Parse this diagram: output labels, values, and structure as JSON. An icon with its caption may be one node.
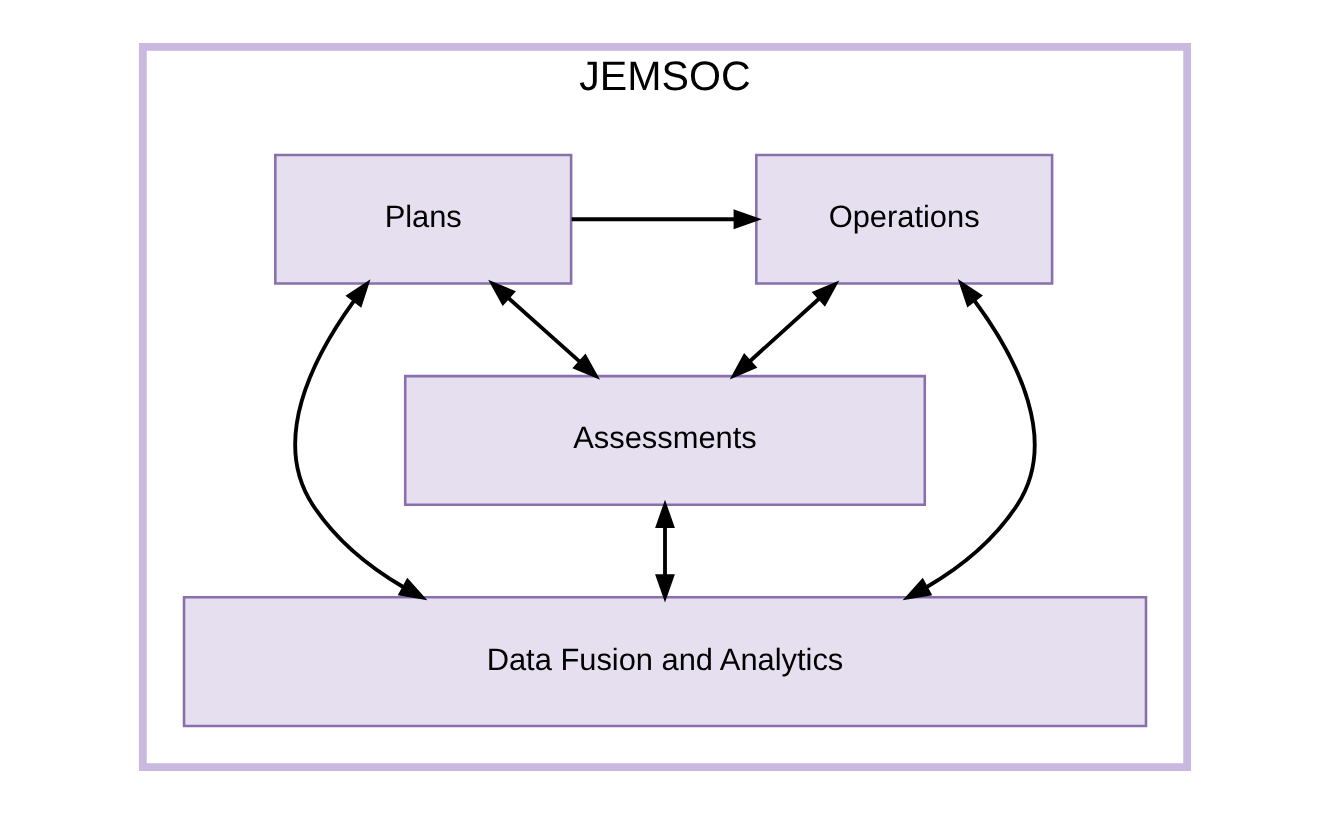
{
  "diagram": {
    "nodes": [
      {
        "text": [
          "JEMSOC"
        ]
      },
      {
        "text": [
          "Plans"
        ],
        "in": 0
      },
      {
        "text": [
          "Operations"
        ],
        "in": 0
      },
      {
        "text": [
          "Assessments"
        ],
        "in": 0
      },
      {
        "text": [
          "Data Fusion and Analytics"
        ],
        "in": 0
      }
    ],
    "edges": [
      {
        "from": 1,
        "to": 2,
        "arrow": "to"
      },
      {
        "from": 1,
        "to": 3,
        "arrow": "both"
      },
      {
        "from": 3,
        "to": 2,
        "arrow": "both"
      },
      {
        "from": 1,
        "to": 4,
        "arrow": "both"
      },
      {
        "from": 3,
        "to": 4,
        "arrow": "both"
      },
      {
        "from": 2,
        "to": 4,
        "arrow": "both"
      }
    ]
  }
}
